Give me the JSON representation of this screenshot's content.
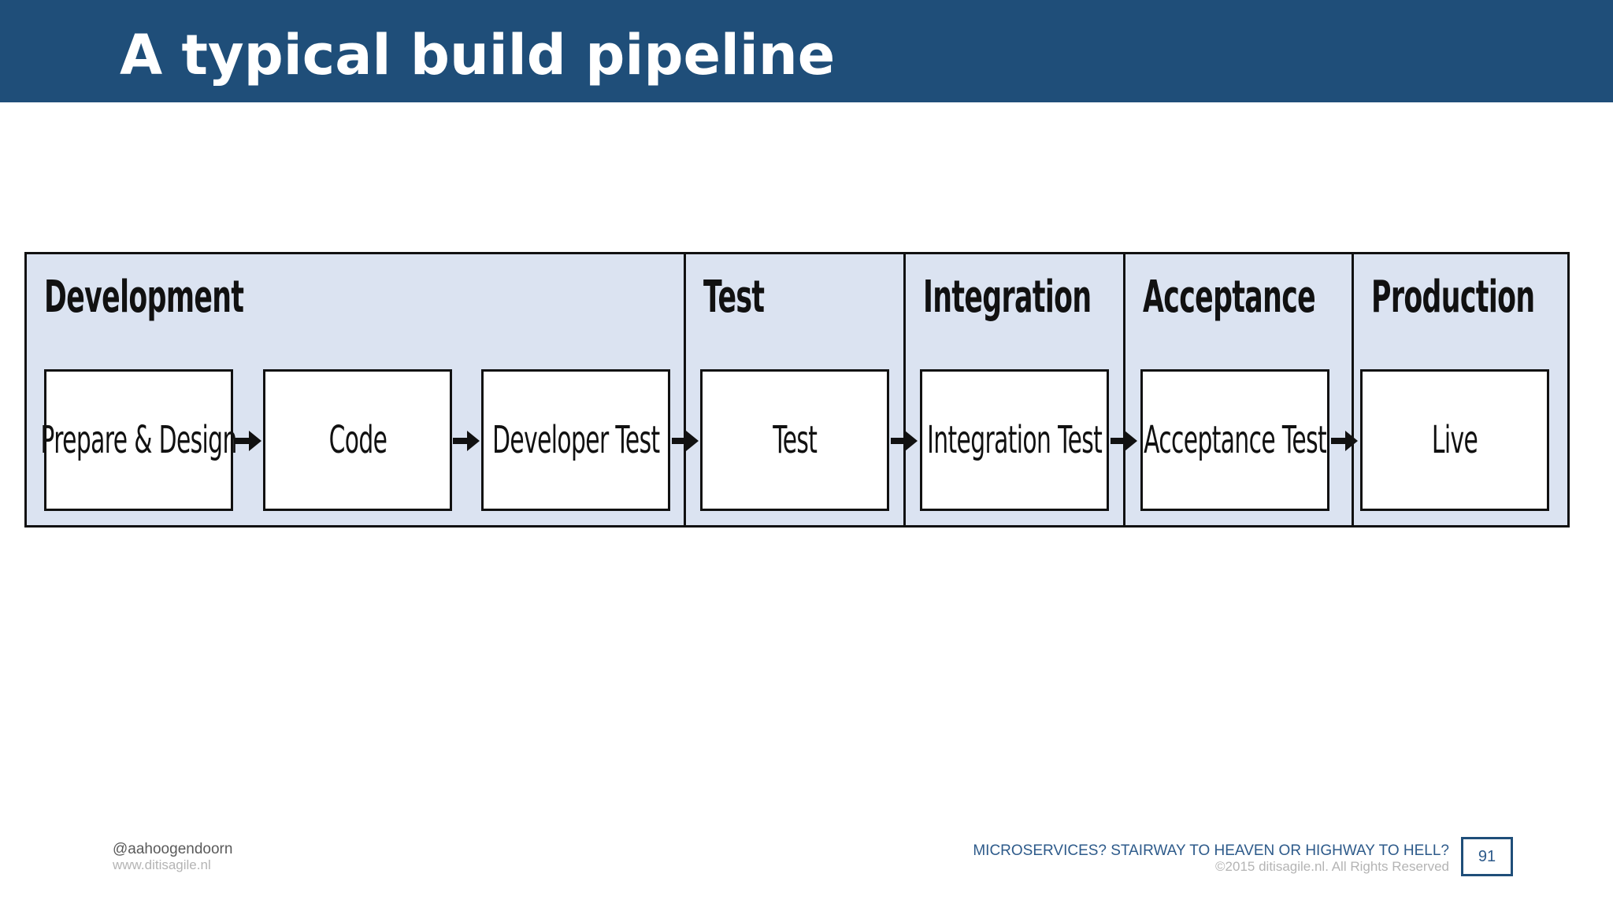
{
  "slide": {
    "title": "A typical build pipeline"
  },
  "pipeline": {
    "stages": [
      {
        "label": "Development"
      },
      {
        "label": "Test"
      },
      {
        "label": "Integration"
      },
      {
        "label": "Acceptance"
      },
      {
        "label": "Production"
      }
    ],
    "steps": [
      {
        "label": "Prepare & Design"
      },
      {
        "label": "Code"
      },
      {
        "label": "Developer Test"
      },
      {
        "label": "Test"
      },
      {
        "label": "Integration Test"
      },
      {
        "label": "Acceptance Test"
      },
      {
        "label": "Live"
      }
    ]
  },
  "footer": {
    "handle": "@aahoogendoorn",
    "website": "www.ditisagile.nl",
    "talk_title": "MICROSERVICES? STAIRWAY TO HEAVEN OR HIGHWAY TO HELL?",
    "copyright": "©2015 ditisagile.nl. All Rights Reserved",
    "page_number": "91"
  },
  "colors": {
    "header_bg": "#1f4e79",
    "pipeline_bg": "#dbe3f1",
    "outline": "#111111"
  }
}
